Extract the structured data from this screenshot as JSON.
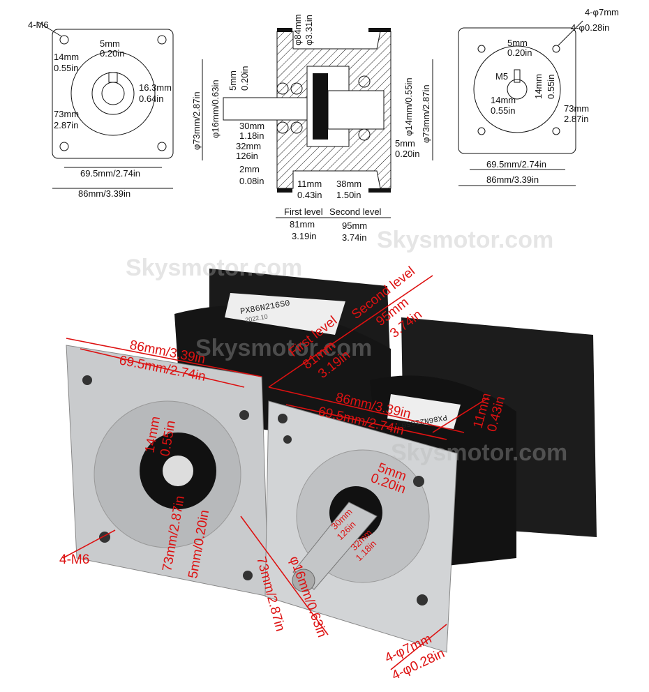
{
  "front_view": {
    "thread": "4-M6",
    "key_mm": "5mm",
    "key_in": "0.20in",
    "shaft_mm": "14mm",
    "shaft_in": "0.55in",
    "key_depth_mm": "16.3mm",
    "key_depth_in": "0.64in",
    "circle_mm": "73mm",
    "circle_in": "2.87in",
    "hole_spacing": "69.5mm/2.74in",
    "width": "86mm/3.39in"
  },
  "section_view": {
    "outer_dia_mm": "φ84mm",
    "outer_dia_in": "φ3.31in",
    "pilot_left": "φ73mm/2.87in",
    "output_shaft": "φ16mm/0.63in",
    "key_mm": "5mm",
    "key_in": "0.20in",
    "key_len_mm": "30mm",
    "key_len_in": "1.18in",
    "shaft_len_mm": "32mm",
    "shaft_len_in": "126in",
    "step_mm": "2mm",
    "step_in": "0.08in",
    "flange_mm": "11mm",
    "flange_in": "0.43in",
    "input_mm": "38mm",
    "input_in": "1.50in",
    "first_level": "First level",
    "second_level": "Second level",
    "first_mm": "81mm",
    "first_in": "3.19in",
    "second_mm": "95mm",
    "second_in": "3.74in",
    "input_bore": "φ14mm/0.55in",
    "pilot_right": "φ73mm/2.87in",
    "input_depth_mm": "5mm",
    "input_depth_in": "0.20in"
  },
  "rear_view": {
    "holes_mm": "4-φ7mm",
    "holes_in": "4-φ0.28in",
    "key_mm": "5mm",
    "key_in": "0.20in",
    "screw": "M5",
    "bore_mm": "14mm",
    "bore_in": "0.55in",
    "bore2_mm": "14mm",
    "bore2_in": "0.55in",
    "circle_mm": "73mm",
    "circle_in": "2.87in",
    "hole_spacing": "69.5mm/2.74in",
    "width": "86mm/3.39in"
  },
  "photo": {
    "watermark": "Skysmotor.com",
    "label_model": "PX86N216S0",
    "label_date": "2022.10",
    "width1": "86mm/3.39in",
    "spacing1": "69.5mm/2.74in",
    "first_level": "First level",
    "first_mm": "81mm",
    "first_in": "3.19in",
    "second_level": "Second level",
    "second_mm": "95mm",
    "second_in": "3.74in",
    "shaft_mm": "14mm",
    "shaft_in": "0.55in",
    "circle1": "73mm/2.87in",
    "key1": "5mm/0.20in",
    "thread": "4-M6",
    "width2": "86mm/3.39in",
    "spacing2": "69.5mm/2.74in",
    "flange_mm": "11mm",
    "flange_in": "0.43in",
    "key_mm": "5mm",
    "key_in": "0.20in",
    "keylen_mm": "30mm",
    "keylen_in": "126in",
    "shaftlen_mm": "32mm",
    "shaftlen_in": "1.18in",
    "shaft_dia": "φ16mm/0.63in",
    "circle2": "73mm/2.87in",
    "holes_mm": "4-φ7mm",
    "holes_in": "4-φ0.28in"
  }
}
